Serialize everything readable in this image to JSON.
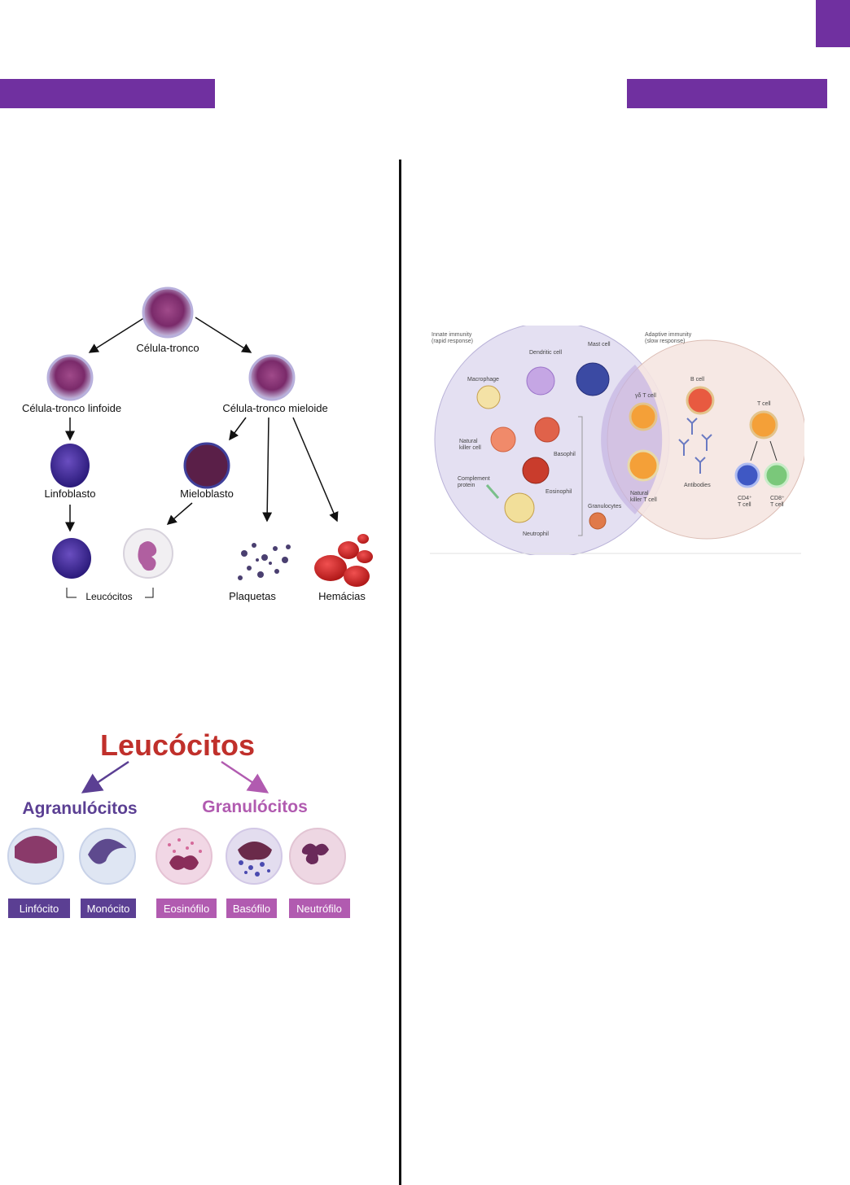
{
  "colors": {
    "accent": "#7030a0",
    "agran": "#5b3f93",
    "gran": "#b15bb0",
    "leuco_title": "#c0302b"
  },
  "hematopoiesis": {
    "stem": "Célula-tronco",
    "lymphoid_stem": "Célula-tronco linfoide",
    "myeloid_stem": "Célula-tronco mieloide",
    "lymphoblast": "Linfoblasto",
    "myeloblast": "Mieloblasto",
    "leukocytes": "Leucócitos",
    "platelets": "Plaquetas",
    "red_cells": "Hemácias"
  },
  "leukocytes_chart": {
    "title": "Leucócitos",
    "agranulocytes": "Agranulócitos",
    "granulocytes": "Granulócitos",
    "cells": [
      "Linfócito",
      "Monócito",
      "Eosinófilo",
      "Basófilo",
      "Neutrófilo"
    ]
  },
  "immunity": {
    "innate_title": "Innate immunity",
    "innate_sub": "(rapid response)",
    "adaptive_title": "Adaptive immunity",
    "adaptive_sub": "(slow response)",
    "dendritic": "Dendritic cell",
    "mast": "Mast cell",
    "macrophage": "Macrophage",
    "nk_1": "Natural",
    "nk_2": "killer cell",
    "basophil": "Basophil",
    "eosinophil": "Eosinophil",
    "complement_1": "Complement",
    "complement_2": "protein",
    "neutrophil": "Neutrophil",
    "granulocytes": "Granulocytes",
    "gd_t": "γδ T cell",
    "nkt_1": "Natural",
    "nkt_2": "killer T cell",
    "b_cell": "B cell",
    "antibodies": "Antibodies",
    "t_cell": "T cell",
    "cd4_1": "CD4⁺",
    "cd4_2": "T cell",
    "cd8_1": "CD8⁺",
    "cd8_2": "T cell"
  }
}
